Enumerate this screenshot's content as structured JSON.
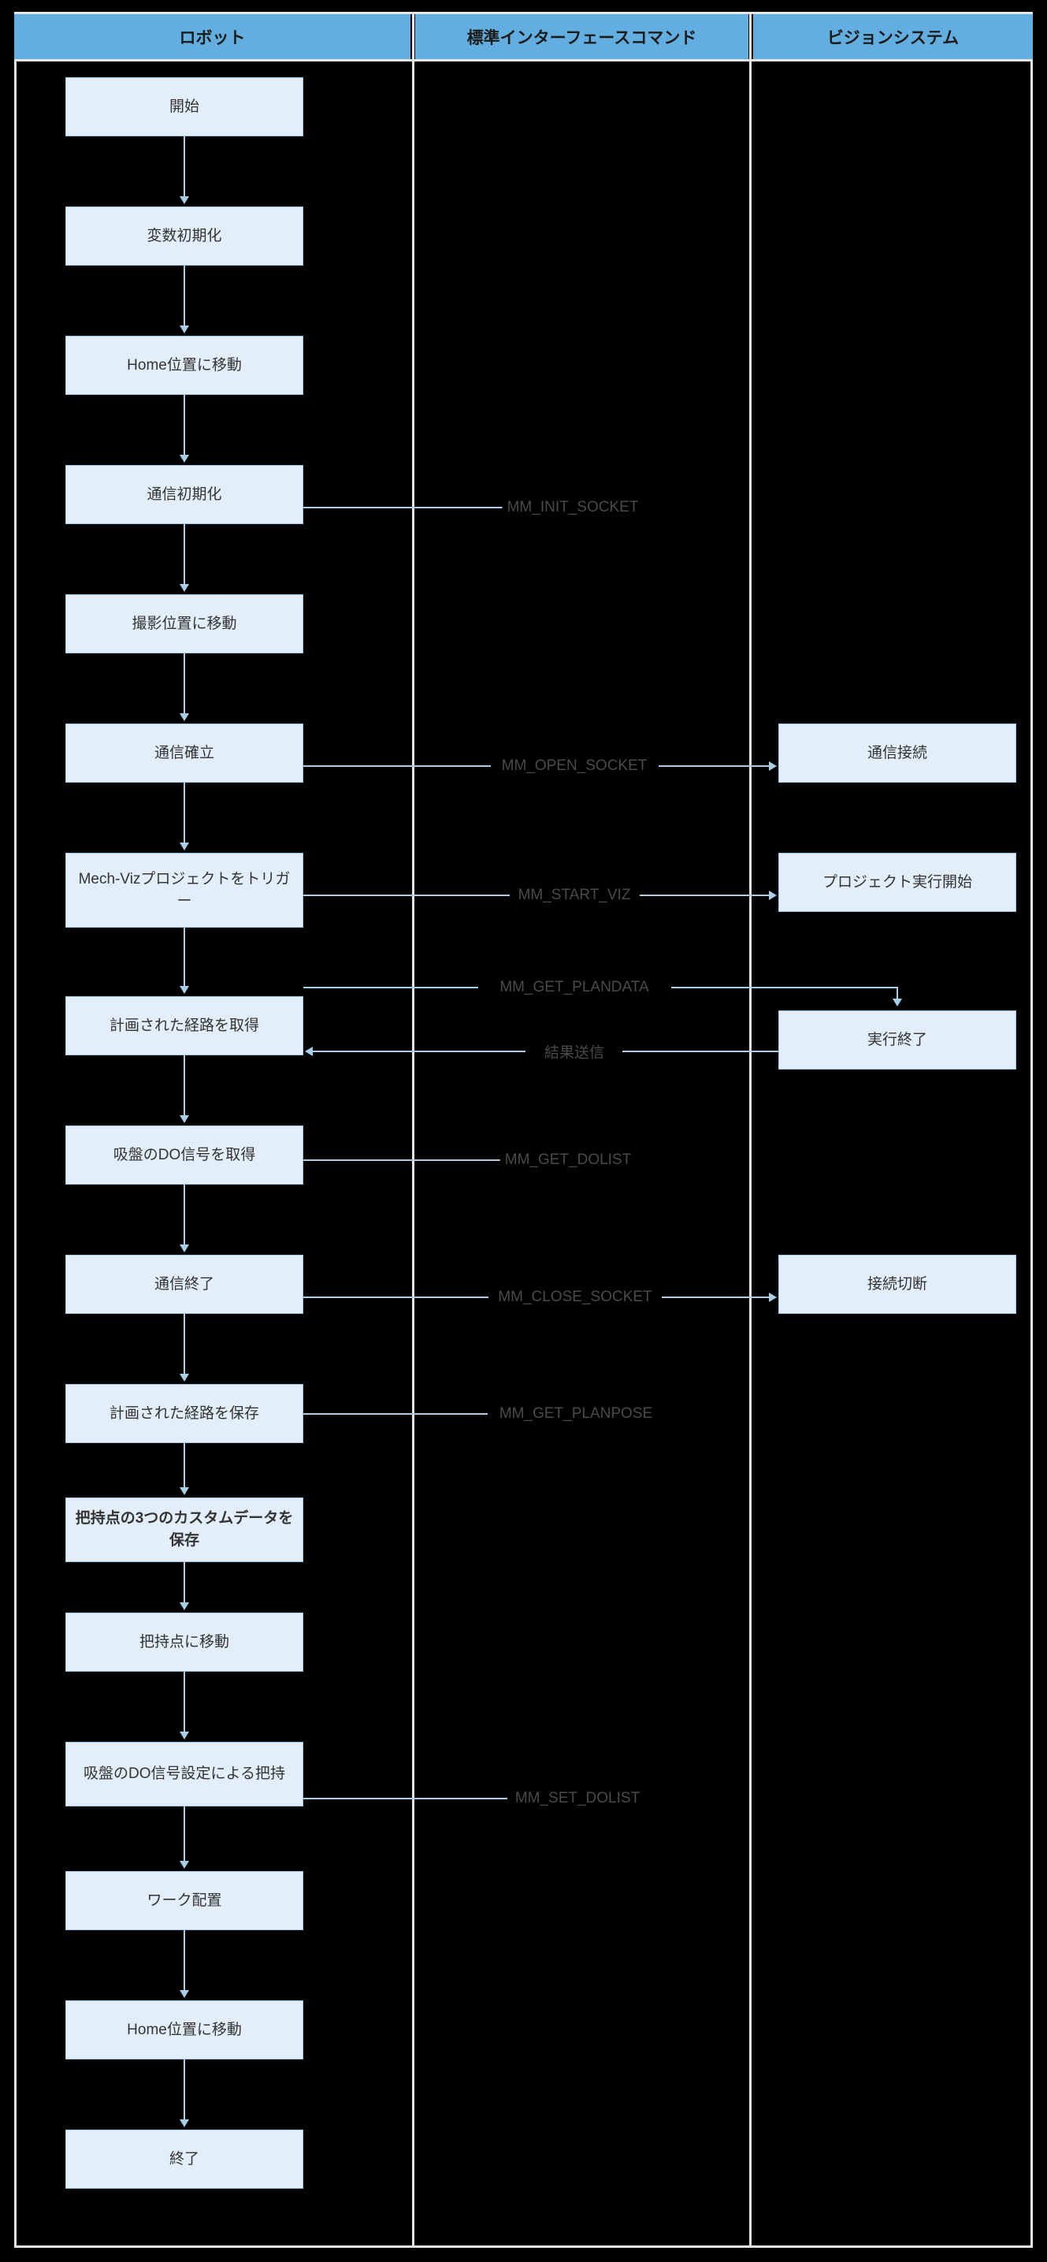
{
  "diagram": {
    "title": "Robot pick-and-place flowchart with standard interface commands",
    "background_color": "#000000",
    "lane_header_color": "#63aee0",
    "node_fill_color": "#e2eefa",
    "node_border_color": "#9ec7e8",
    "connector_color": "#a8cee8",
    "label_text_color": "#4a4a4a"
  },
  "lanes": [
    {
      "id": "robot",
      "label": "ロボット"
    },
    {
      "id": "command",
      "label": "標準インターフェースコマンド"
    },
    {
      "id": "vision",
      "label": "ビジョンシステム"
    }
  ],
  "robot_nodes": [
    {
      "id": "start",
      "label": "開始",
      "bold": false
    },
    {
      "id": "init-vars",
      "label": "変数初期化",
      "bold": false
    },
    {
      "id": "move-home-1",
      "label": "Home位置に移動",
      "bold": false
    },
    {
      "id": "init-comm",
      "label": "通信初期化",
      "bold": false
    },
    {
      "id": "move-capture",
      "label": "撮影位置に移動",
      "bold": false
    },
    {
      "id": "establish-comm",
      "label": "通信確立",
      "bold": false
    },
    {
      "id": "trigger-mechviz",
      "label": "Mech-Vizプロジェクトをトリガー",
      "bold": false
    },
    {
      "id": "get-planned-path",
      "label": "計画された経路を取得",
      "bold": false
    },
    {
      "id": "get-do-signal",
      "label": "吸盤のDO信号を取得",
      "bold": false
    },
    {
      "id": "close-comm",
      "label": "通信終了",
      "bold": false
    },
    {
      "id": "save-planned-path",
      "label": "計画された経路を保存",
      "bold": false
    },
    {
      "id": "save-custom-data",
      "label": "把持点の3つのカスタムデータを保存",
      "bold": true
    },
    {
      "id": "move-to-pick",
      "label": "把持点に移動",
      "bold": false
    },
    {
      "id": "pick-with-do",
      "label": "吸盤のDO信号設定による把持",
      "bold": false
    },
    {
      "id": "place-workpiece",
      "label": "ワーク配置",
      "bold": false
    },
    {
      "id": "move-home-2",
      "label": "Home位置に移動",
      "bold": false
    },
    {
      "id": "end",
      "label": "終了",
      "bold": false
    }
  ],
  "vision_nodes": [
    {
      "id": "comm-connect",
      "label": "通信接続"
    },
    {
      "id": "project-start",
      "label": "プロジェクト実行開始"
    },
    {
      "id": "execution-done",
      "label": "実行終了"
    },
    {
      "id": "comm-disconnect",
      "label": "接続切断"
    }
  ],
  "edge_labels": [
    {
      "id": "mm-init-socket",
      "label": "MM_INIT_SOCKET",
      "from": "init-comm",
      "to": null,
      "direction": "right"
    },
    {
      "id": "mm-open-socket",
      "label": "MM_OPEN_SOCKET",
      "from": "establish-comm",
      "to": "comm-connect",
      "direction": "right"
    },
    {
      "id": "mm-start-viz",
      "label": "MM_START_VIZ",
      "from": "trigger-mechviz",
      "to": "project-start",
      "direction": "right"
    },
    {
      "id": "mm-get-plandata",
      "label": "MM_GET_PLANDATA",
      "from": "get-planned-path",
      "to": "execution-done",
      "direction": "right"
    },
    {
      "id": "result-send",
      "label": "結果送信",
      "from": "execution-done",
      "to": "get-planned-path",
      "direction": "left"
    },
    {
      "id": "mm-get-dolist",
      "label": "MM_GET_DOLIST",
      "from": "get-do-signal",
      "to": null,
      "direction": "right"
    },
    {
      "id": "mm-close-socket",
      "label": "MM_CLOSE_SOCKET",
      "from": "close-comm",
      "to": "comm-disconnect",
      "direction": "right"
    },
    {
      "id": "mm-get-planpose",
      "label": "MM_GET_PLANPOSE",
      "from": "save-planned-path",
      "to": null,
      "direction": "right"
    },
    {
      "id": "mm-set-dolist",
      "label": "MM_SET_DOLIST",
      "from": "pick-with-do",
      "to": null,
      "direction": "right"
    }
  ]
}
